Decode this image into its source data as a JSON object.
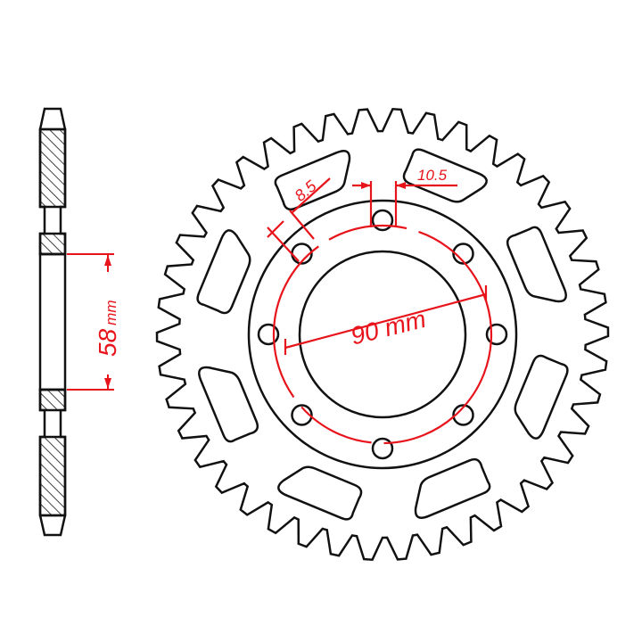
{
  "labels": {
    "bore_diameter": "58",
    "bore_unit": "mm",
    "pcd": "90 mm",
    "bolt_hole": "8.5",
    "hole_gap": "10.5"
  },
  "colors": {
    "line": "#111111",
    "dimension": "#e8141b"
  },
  "sprocket": {
    "bolt_holes": 8,
    "lightening_slots": 8
  }
}
